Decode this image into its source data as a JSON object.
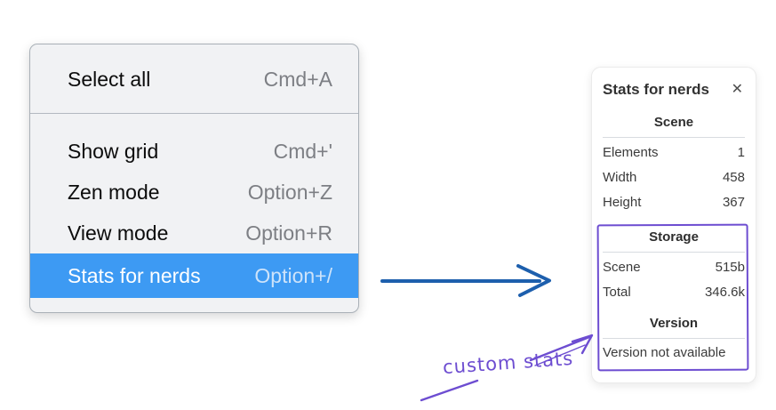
{
  "colors": {
    "highlight-blue": "#3d9af3",
    "arrow-blue": "#1d5fad",
    "annotation-violet": "#6d4dd1",
    "menu-bg": "#f1f2f4",
    "menu-border": "#a9b0b7"
  },
  "menu": {
    "sections": [
      {
        "items": [
          {
            "label": "Select all",
            "shortcut": "Cmd+A",
            "highlighted": false
          }
        ]
      },
      {
        "items": [
          {
            "label": "Show grid",
            "shortcut": "Cmd+'",
            "highlighted": false
          },
          {
            "label": "Zen mode",
            "shortcut": "Option+Z",
            "highlighted": false
          },
          {
            "label": "View mode",
            "shortcut": "Option+R",
            "highlighted": false
          },
          {
            "label": "Stats for nerds",
            "shortcut": "Option+/",
            "highlighted": true
          }
        ]
      }
    ]
  },
  "panel": {
    "title": "Stats for nerds",
    "close_icon": "✕",
    "scene": {
      "heading": "Scene",
      "rows": [
        {
          "label": "Elements",
          "value": "1"
        },
        {
          "label": "Width",
          "value": "458"
        },
        {
          "label": "Height",
          "value": "367"
        }
      ]
    },
    "storage": {
      "heading": "Storage",
      "rows": [
        {
          "label": "Scene",
          "value": "515b"
        },
        {
          "label": "Total",
          "value": "346.6k"
        }
      ]
    },
    "version": {
      "heading": "Version",
      "note": "Version not available"
    }
  },
  "annotation": {
    "label": "custom stats"
  }
}
